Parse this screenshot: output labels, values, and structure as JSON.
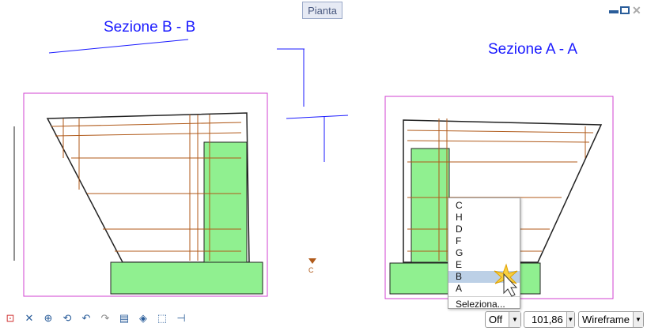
{
  "tab": {
    "label": "Pianta"
  },
  "drawing": {
    "section_left_title": "Sezione B - B",
    "section_right_title": "Sezione A - A",
    "marker_label": "C"
  },
  "context_menu": {
    "items": [
      "C",
      "H",
      "D",
      "F",
      "G",
      "E",
      "B",
      "A"
    ],
    "selected": "B",
    "footer": "Seleziona..."
  },
  "toolbar": {
    "icons": [
      "zoom-window-icon",
      "zoom-extents-icon",
      "zoom-icon",
      "orbit-icon",
      "undo-icon",
      "redo-icon",
      "print-icon",
      "section-icon",
      "select-icon",
      "pin-icon"
    ]
  },
  "status": {
    "snap": "Off",
    "scale": "101,86",
    "render_mode": "Wireframe"
  },
  "colors": {
    "title": "#1a1aff",
    "concrete": "#90f090",
    "rebar": "#b05a1a",
    "frame": "#d040d0"
  }
}
